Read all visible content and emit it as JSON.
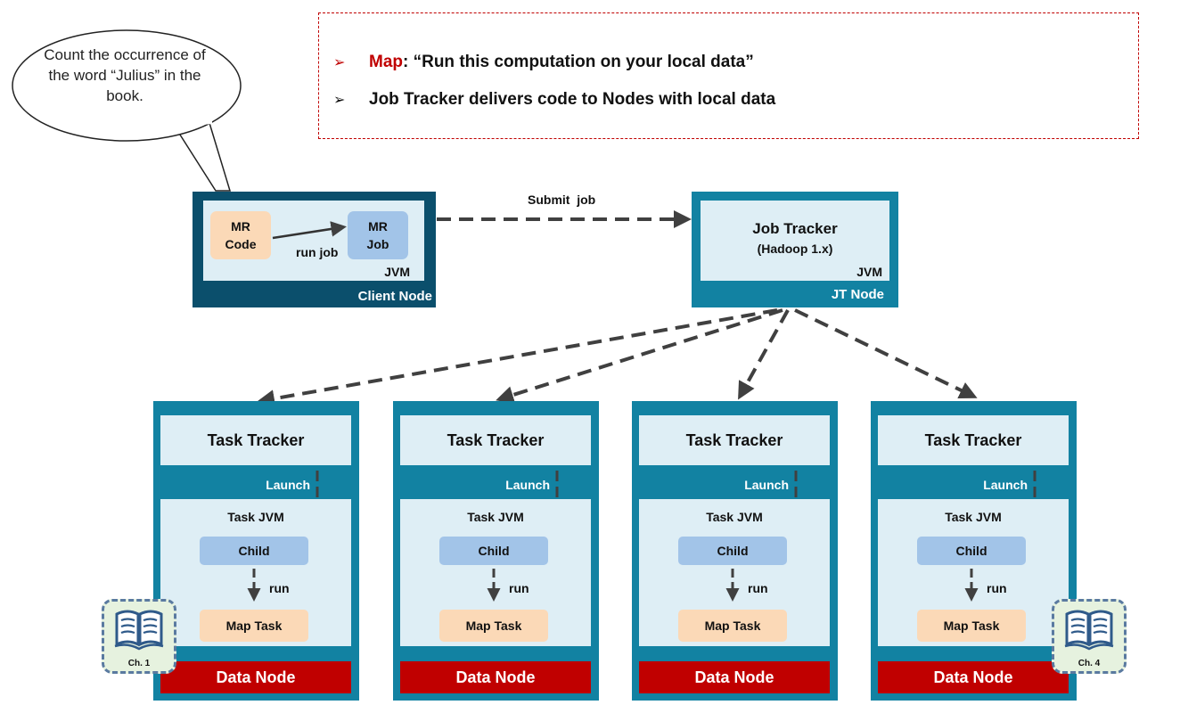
{
  "callout": {
    "text": "Count the occurrence of the word “Julius” in the book."
  },
  "info": {
    "bullet1_key": "Map",
    "bullet1_rest": ": “Run this computation on your local data”",
    "bullet2": "Job Tracker delivers code to Nodes with local data"
  },
  "client": {
    "mr_code_line1": "MR",
    "mr_code_line2": "Code",
    "mr_job_line1": "MR",
    "mr_job_line2": "Job",
    "run_job": "run job",
    "jvm": "JVM",
    "caption": "Client Node"
  },
  "submit_label": "Submit  job",
  "jobtracker": {
    "title": "Job Tracker",
    "subtitle": "(Hadoop 1.x)",
    "jvm": "JVM",
    "caption": "JT Node"
  },
  "task_nodes": [
    {
      "tracker": "Task Tracker",
      "launch": "Launch",
      "jvm": "Task JVM",
      "child": "Child",
      "run": "run",
      "map": "Map Task",
      "data": "Data Node"
    },
    {
      "tracker": "Task Tracker",
      "launch": "Launch",
      "jvm": "Task JVM",
      "child": "Child",
      "run": "run",
      "map": "Map Task",
      "data": "Data Node"
    },
    {
      "tracker": "Task Tracker",
      "launch": "Launch",
      "jvm": "Task JVM",
      "child": "Child",
      "run": "run",
      "map": "Map Task",
      "data": "Data Node"
    },
    {
      "tracker": "Task Tracker",
      "launch": "Launch",
      "jvm": "Task JVM",
      "child": "Child",
      "run": "run",
      "map": "Map Task",
      "data": "Data Node"
    }
  ],
  "books": [
    {
      "label": "Ch. 1"
    },
    {
      "label": "Ch. 4"
    }
  ],
  "colors": {
    "client_node": "#0b4f6c",
    "node_teal": "#1282a2",
    "inner_light": "#deeef5",
    "mr_code": "#fbd9b7",
    "mr_job": "#a2c4e8",
    "data_node": "#c00000",
    "accent_red": "#c00000"
  }
}
